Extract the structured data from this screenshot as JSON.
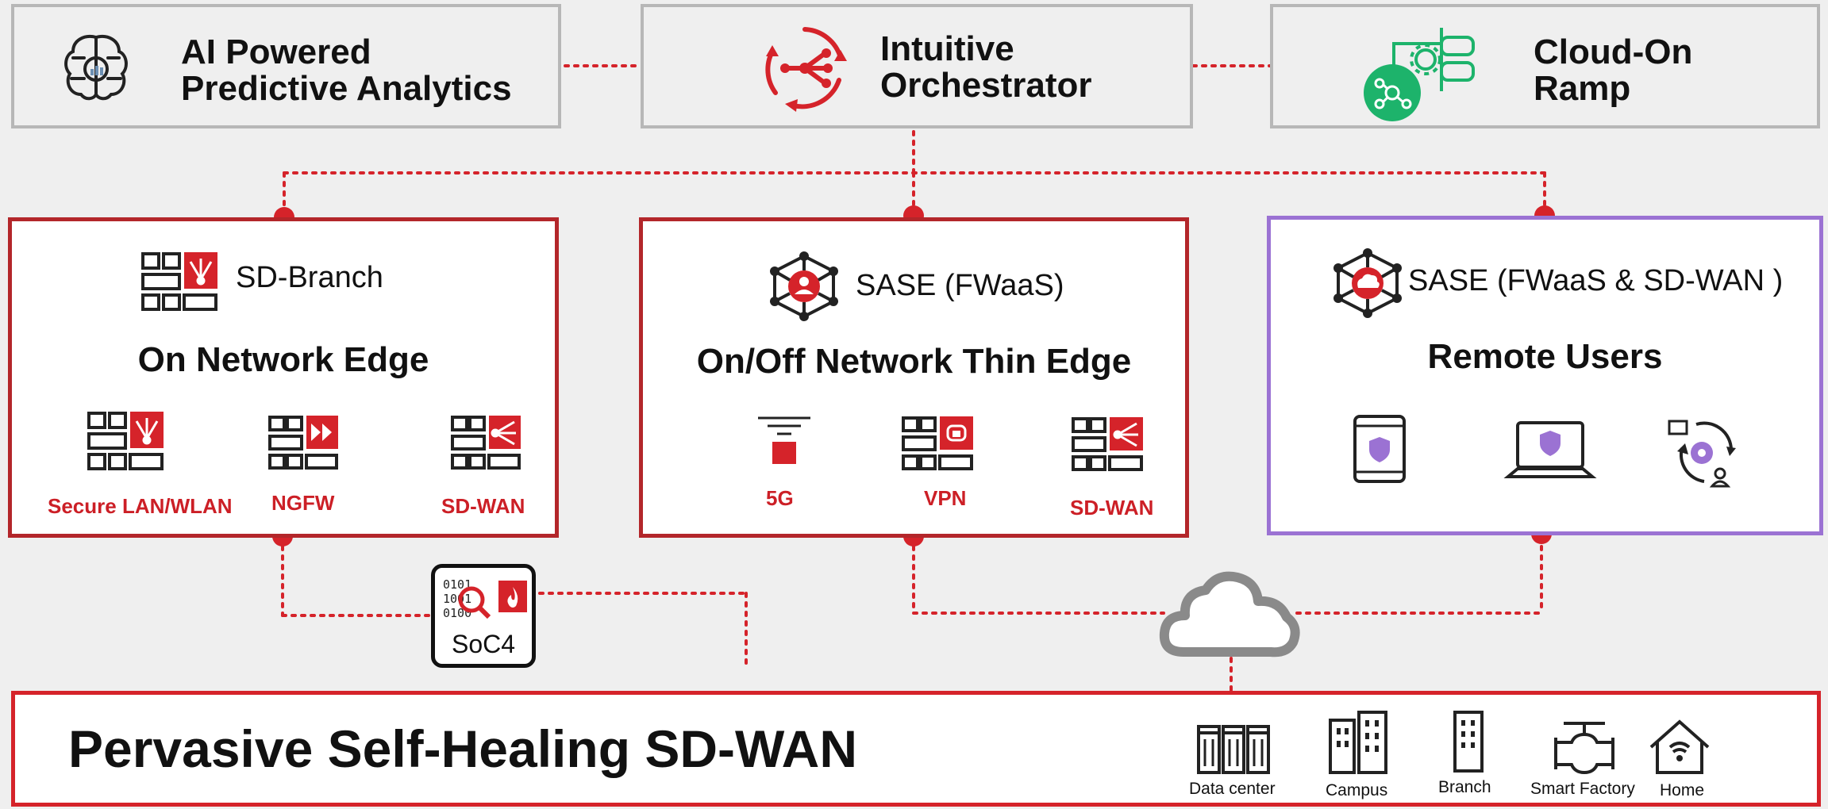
{
  "top": {
    "analytics": {
      "line1": "AI Powered",
      "line2": "Predictive Analytics"
    },
    "orchestrator": {
      "line1": "Intuitive",
      "line2": "Orchestrator"
    },
    "cloud": {
      "line1": "Cloud-On",
      "line2": "Ramp"
    }
  },
  "panels": {
    "branch": {
      "title": "SD-Branch",
      "heading": "On Network Edge",
      "items": [
        "Secure LAN/WLAN",
        "NGFW",
        "SD-WAN"
      ]
    },
    "thin_edge": {
      "title": "SASE (FWaaS)",
      "heading": "On/Off Network Thin Edge",
      "items": [
        "5G",
        "VPN",
        "SD-WAN"
      ]
    },
    "remote": {
      "title": "SASE (FWaaS & SD-WAN )",
      "heading": "Remote Users"
    }
  },
  "soc": {
    "label": "SoC4"
  },
  "bottom": {
    "title": "Pervasive Self-Healing SD-WAN",
    "sites": [
      "Data center",
      "Campus",
      "Branch",
      "Smart Factory",
      "Home"
    ]
  },
  "colors": {
    "accent_red": "#d5232a",
    "panel_red": "#b3262a",
    "purple": "#9b72d3",
    "green": "#1db36b",
    "gray": "#b7b7b7"
  }
}
